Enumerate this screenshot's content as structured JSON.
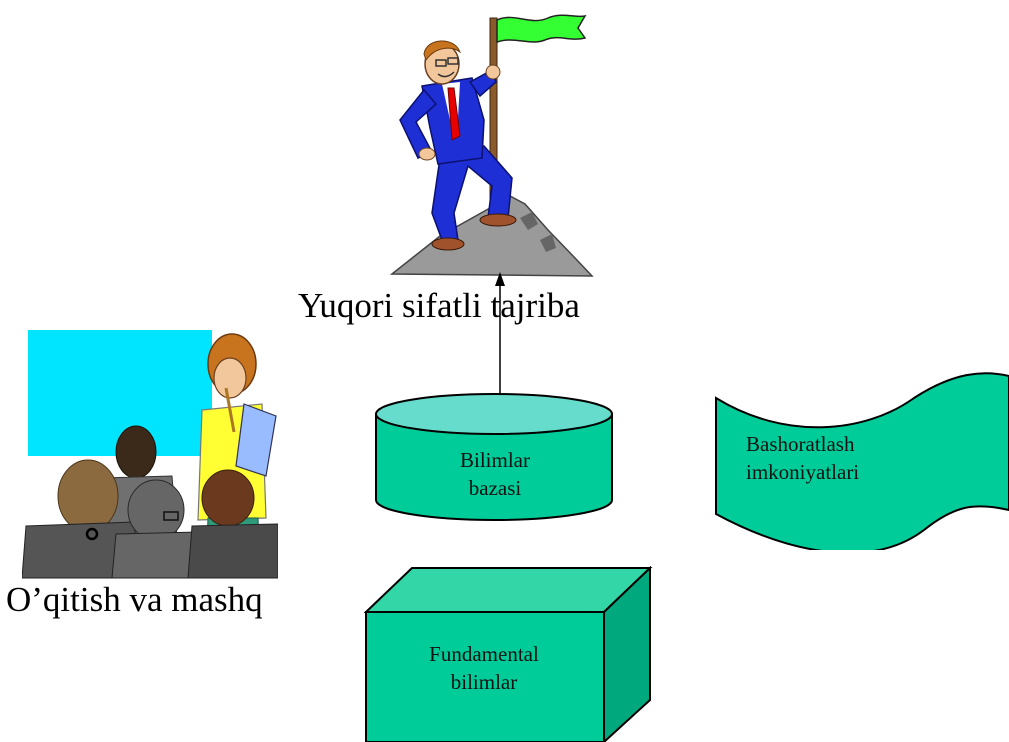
{
  "top_caption": "Yuqori sifatli  tajriba",
  "training_caption": "O’qitish va mashq",
  "knowledge_base": {
    "line1": "Bilimlar",
    "line2": "bazasi"
  },
  "forecasting": {
    "line1": "Bashoratlash",
    "line2": "imkoniyatlari"
  },
  "fundamental": {
    "line1": "Fundamental",
    "line2": "bilimlar"
  },
  "colors": {
    "shape_fill": "#00cc99",
    "shape_top": "#66ddcc",
    "box_front": "#33d6a6",
    "box_side": "#00a87d",
    "screen": "#00e5ff",
    "flag": "#33ff33",
    "suit": "#1f2fd6"
  },
  "icons": [
    "mountain-climber-icon",
    "flag-icon",
    "presentation-meeting-icon"
  ]
}
